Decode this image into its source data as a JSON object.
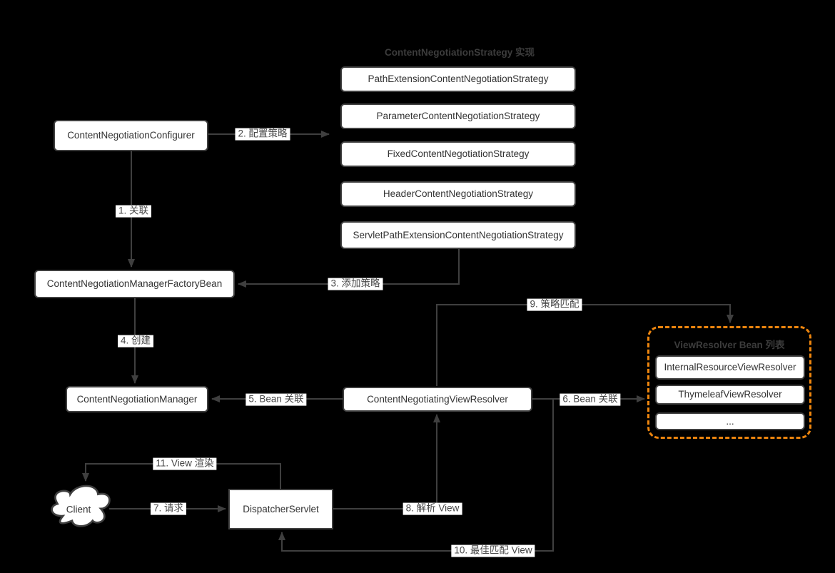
{
  "colors": {
    "background": "#000000",
    "line": "#3f3f3f",
    "box_fill": "#ffffff",
    "box_text": "#333333",
    "muted_title": "#3c3c3c",
    "accent_orange": "#ed850e",
    "label_bg": "#ffffff",
    "label_text": "#474747"
  },
  "diagram": {
    "strategy_group": {
      "title": "ContentNegotiationStrategy 实现",
      "items": [
        "PathExtensionContentNegotiationStrategy",
        "ParameterContentNegotiationStrategy",
        "FixedContentNegotiationStrategy",
        "HeaderContentNegotiationStrategy",
        "ServletPathExtensionContentNegotiationStrategy"
      ]
    },
    "view_resolver_group": {
      "title": "ViewResolver Bean 列表",
      "items": [
        "InternalResourceViewResolver",
        "ThymeleafViewResolver",
        "..."
      ]
    },
    "nodes": {
      "configurer": "ContentNegotiationConfigurer",
      "factory_bean": "ContentNegotiationManagerFactoryBean",
      "manager": "ContentNegotiationManager",
      "negotiating_view_resolver": "ContentNegotiatingViewResolver",
      "dispatcher_servlet": "DispatcherServlet",
      "client": "Client"
    },
    "edge_labels": {
      "e1": "1. 关联",
      "e2": "2. 配置策略",
      "e3": "3. 添加策略",
      "e4": "4. 创建",
      "e5": "5. Bean 关联",
      "e6": "6. Bean 关联",
      "e7": "7. 请求",
      "e8": "8. 解析 View",
      "e9": "9. 策略匹配",
      "e10": "10. 最佳匹配 View",
      "e11": "11. View 渲染"
    }
  }
}
